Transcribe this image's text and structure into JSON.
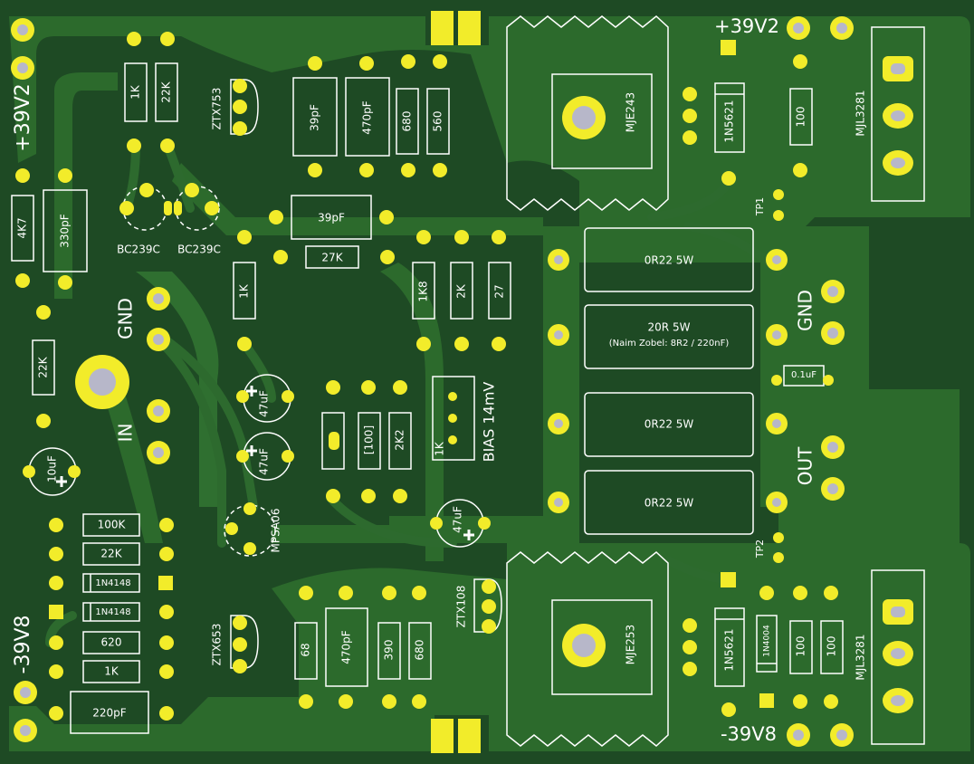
{
  "colors": {
    "board": "#1e4a24",
    "copper": "#2c6a2c",
    "silk": "#ffffff",
    "pad": "#f2ec2a",
    "drill": "#b7b7c9"
  },
  "labels": {
    "v_pos_left": "+39V2",
    "v_neg_left": "-39V8",
    "v_pos_right": "+39V2",
    "v_neg_right": "-39V8",
    "gnd_in": "GND",
    "in": "IN",
    "gnd_out": "GND",
    "out": "OUT",
    "bias": "BIAS 14mV",
    "tp1": "TP1",
    "tp2": "TP2"
  },
  "components": {
    "r1k_top": "1K",
    "r22k_top": "22K",
    "ztx753": "ZTX753",
    "c39pf_a": "39pF",
    "c470pf_a": "470pF",
    "r680_a": "680",
    "r560": "560",
    "mje243": "MJE243",
    "d1n5621_top": "1N5621",
    "r100_top": "100",
    "mjl3281_top": "MJL3281",
    "r4k7": "4K7",
    "c330pf": "330pF",
    "bc239c_a": "BC239C",
    "bc239c_b": "BC239C",
    "c39pf_b": "39pF",
    "r27k": "27K",
    "r1k_mid": "1K",
    "r1k8": "1K8",
    "r2k": "2K",
    "r27": "27",
    "r0r22_a": "0R22 5W",
    "r20r": "20R 5W",
    "zobel_note": "(Naim Zobel: 8R2 / 220nF)",
    "c0u1": "0.1uF",
    "r0r22_b": "0R22 5W",
    "r0r22_c": "0R22 5W",
    "r22k_left": "22K",
    "cap47_a": "47uF",
    "cap47_b": "47uF",
    "cap10": "10uF",
    "r100_br": "[100]",
    "r2k2": "2K2",
    "trim1k": "1K",
    "mpsa06": "MPSA06",
    "cap47_c": "47uF",
    "r100k": "100K",
    "r22k_b": "22K",
    "d1n4148_a": "1N4148",
    "d1n4148_b": "1N4148",
    "r620": "620",
    "r1k_b": "1K",
    "c220pf": "220pF",
    "ztx653": "ZTX653",
    "r68": "68",
    "c470pf_b": "470pF",
    "r390": "390",
    "r680_b": "680",
    "ztx108": "ZTX108",
    "mje253": "MJE253",
    "d1n5621_bot": "1N5621",
    "d1n4004": "1N4004",
    "r100_b": "100",
    "r100_c": "100",
    "mjl3281_bot": "MJL3281"
  }
}
